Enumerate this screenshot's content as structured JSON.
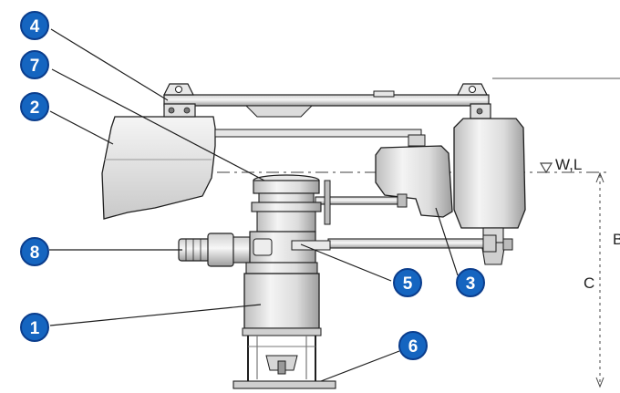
{
  "callouts": {
    "c1": "1",
    "c2": "2",
    "c3": "3",
    "c4": "4",
    "c5": "5",
    "c6": "6",
    "c7": "7",
    "c8": "8"
  },
  "labels": {
    "water_level": "W,L",
    "dim_c": "C",
    "dim_b": "B"
  },
  "colors": {
    "callout_fill": "#1565c0",
    "callout_stroke": "#0b3d8c",
    "metal_light": "#f2f2f2",
    "metal_mid": "#d9d9d9",
    "metal_dark": "#9a9a9a",
    "line": "#1e1e1e"
  }
}
